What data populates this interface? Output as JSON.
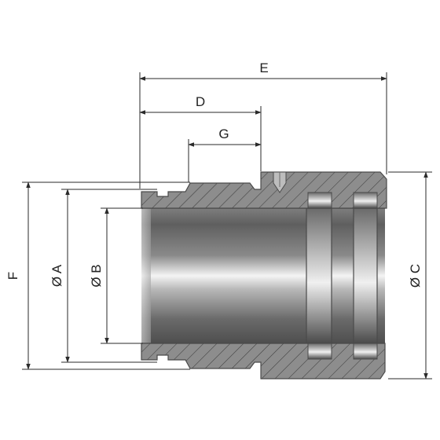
{
  "labels": {
    "E": "E",
    "D": "D",
    "G": "G",
    "F": "F",
    "A": "Ø A",
    "B": "Ø B",
    "C": "Ø C"
  }
}
